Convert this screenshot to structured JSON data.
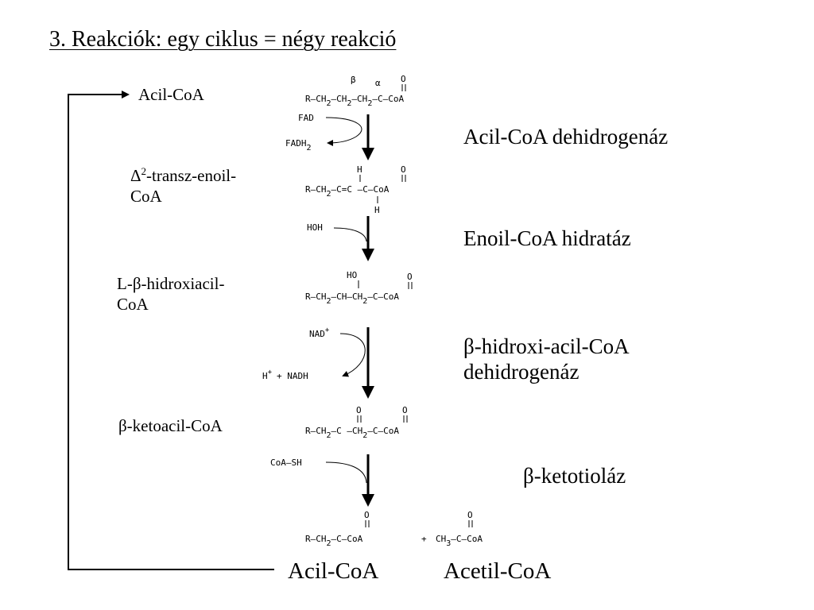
{
  "title": "3. Reakciók: egy ciklus = négy reakció",
  "labels": {
    "acyl_coa_top": "Acil-CoA",
    "enoyl_delta": "Δ",
    "enoyl_sup": "2",
    "enoyl_rest": "-transz-enoil-",
    "enoyl_line2": "CoA",
    "hydroxy_line1": "L-β-hidroxiacil-",
    "hydroxy_line2": "CoA",
    "ketoacyl": "β-ketoacil-CoA",
    "acyl_coa_bottom": "Acil-CoA",
    "acetyl_coa": "Acetil-CoA"
  },
  "enzymes": {
    "e1": "Acil-CoA dehidrogenáz",
    "e2": "Enoil-CoA hidratáz",
    "e3_line1": "β-hidroxi-acil-CoA",
    "e3_line2": "dehidrogenáz",
    "e4": "β-ketotioláz"
  },
  "structures": {
    "s1": {
      "beta": "β",
      "alpha": "α",
      "oxo": "O",
      "main": "R–CH",
      "sub1": "2",
      "mid1": "–CH",
      "sub2": "2",
      "mid2": "–CH",
      "sub3": "2",
      "end": "–C–CoA"
    },
    "s2": {
      "h_top": "H",
      "oxo": "O",
      "main": "R–CH",
      "sub1": "2",
      "rest": "–C=C –C–CoA",
      "h_bot": "H"
    },
    "s3": {
      "ho": "HO",
      "oxo": "O",
      "main": "R–CH",
      "sub1": "2",
      "mid": "–CH–CH",
      "sub2": "2",
      "end": "–C–CoA"
    },
    "s4": {
      "oxo1": "O",
      "oxo2": "O",
      "main": "R–CH",
      "sub1": "2",
      "mid": "–C –CH",
      "sub2": "2",
      "end": "–C–CoA"
    },
    "s5": {
      "oxo1": "O",
      "oxo2": "O",
      "main": "R–CH",
      "sub1": "2",
      "end": "–C–CoA",
      "plus": "+",
      "ch": "CH",
      "sub2": "3",
      "end2": "–C–CoA"
    }
  },
  "cofactors": {
    "fad": "FAD",
    "fadh": "FADH",
    "fadh_sub": "2",
    "hoh": "HOH",
    "nad": "NAD",
    "nad_sup": "+",
    "h": "H",
    "h_sup": "+",
    "nadh": "+ NADH",
    "coash": "CoA–SH"
  }
}
